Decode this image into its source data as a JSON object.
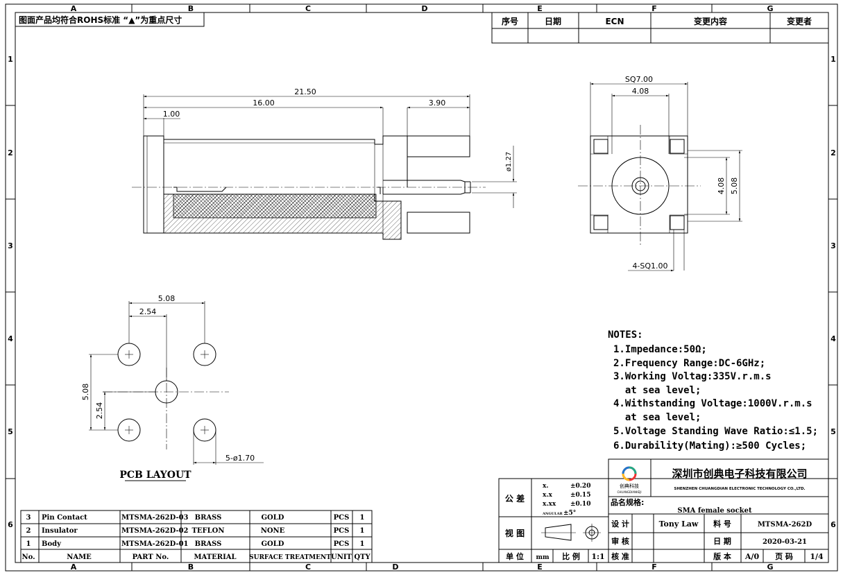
{
  "frame": {
    "col_letters": [
      "A",
      "B",
      "C",
      "D",
      "E",
      "F",
      "G"
    ],
    "row_numbers": [
      "1",
      "2",
      "3",
      "4",
      "5",
      "6"
    ]
  },
  "header_note": "图面产品均符合ROHS标准 “▲”为重点尺寸",
  "revision_table": {
    "headers": [
      "序号",
      "日期",
      "ECN",
      "变更内容",
      "变更者"
    ]
  },
  "side_view": {
    "dim_overall": "21.50",
    "dim_body": "16.00",
    "dim_pins": "3.90",
    "dim_flange": "1.00",
    "dim_pin_dia": "ø1.27"
  },
  "top_view": {
    "dim_square": "SQ7.00",
    "dim_pitch_h": "4.08",
    "dim_pitch_v": "4.08",
    "dim_span_v": "5.08",
    "dim_pads": "4-SQ1.00"
  },
  "pcb_layout": {
    "title": "PCB LAYOUT",
    "dim_span_h": "5.08",
    "dim_half_h": "2.54",
    "dim_span_v": "5.08",
    "dim_half_v": "2.54",
    "dim_holes": "5-ø1.70"
  },
  "notes": {
    "title": "NOTES:",
    "lines": [
      "1.Impedance:50Ω;",
      "2.Frequency Range:DC-6GHz;",
      "3.Working Voltag:335V.r.m.s",
      "  at sea level;",
      "4.Withstanding Voltage:1000V.r.m.s",
      "  at sea level;",
      "5.Voltage Standing Wave Ratio:≤1.5;",
      "6.Durability(Mating):≥500 Cycles;"
    ]
  },
  "bom": {
    "headers": [
      "No.",
      "NAME",
      "PART No.",
      "MATERIAL",
      "SURFACE TREATMENT",
      "UNIT",
      "QTY"
    ],
    "rows": [
      [
        "3",
        "Pin Contact",
        "MTSMA-262D-03",
        "BRASS",
        "GOLD",
        "PCS",
        "1"
      ],
      [
        "2",
        "Insulator",
        "MTSMA-262D-02",
        "TEFLON",
        "NONE",
        "PCS",
        "1"
      ],
      [
        "1",
        "Body",
        "MTSMA-262D-01",
        "BRASS",
        "GOLD",
        "PCS",
        "1"
      ]
    ]
  },
  "title_block": {
    "company_cn": "深圳市创典电子科技有限公司",
    "company_en": "SHENZHEN CHUANGDIAN ELECTRONIC TECHNOLOGY CO.,LTD.",
    "logo_text": "创典科技",
    "logo_sub": "CHUANGDIANKEJI",
    "tolerance_label": "公 差",
    "tol": [
      {
        "k": "x.",
        "v": "±0.20"
      },
      {
        "k": "x.x",
        "v": "±0.15"
      },
      {
        "k": "x.xx",
        "v": "±0.10"
      }
    ],
    "angle_label": "ANGULAR",
    "angle_value": "±5°",
    "product_label": "品名规格:",
    "product_value": "SMA female socket",
    "view_label": "视 图",
    "design_label": "设 计",
    "designer": "Tony Law",
    "material_label": "料 号",
    "part_no": "MTSMA-262D",
    "review_label": "审 核",
    "date_label": "日 期",
    "date": "2020-03-21",
    "unit_label": "单 位",
    "unit": "mm",
    "scale_label": "比 例",
    "scale": "1:1",
    "approve_label": "核 准",
    "version_label": "版 本",
    "version": "A/0",
    "page_label": "页 码",
    "page": "1/4"
  }
}
